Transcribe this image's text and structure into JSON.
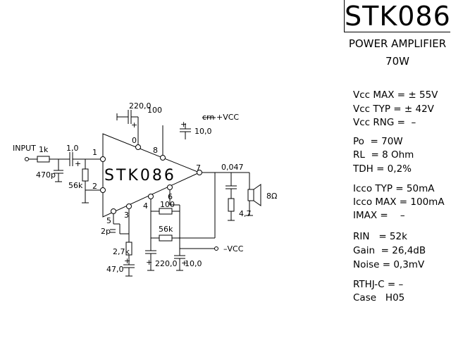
{
  "title": "STK086",
  "subtitle": "POWER AMPLIFIER",
  "power": "70W",
  "specs": [
    "Vcc MAX = ± 55V",
    "Vcc TYP = ± 42V",
    "Vcc RNG =  –",
    "Po  = 70W",
    "RL  = 8 Ohm",
    "TDH = 0,2%",
    "Icco TYP = 50mA",
    "Icco MAX = 100mA",
    "IMAX =    –",
    "RIN   = 52k",
    "Gain  = 26,4dB",
    "Noise = 0,3mV",
    "RTHJ-C = –",
    "Case   H05"
  ],
  "chip_label": "STK086",
  "pins": [
    "1",
    "2",
    "5",
    "3",
    "4",
    "6",
    "0",
    "8",
    "7"
  ],
  "labels": {
    "input": "INPUT",
    "r_in": "1k",
    "c_in": "1,0",
    "c_470p": "470p",
    "r_56k_in": "56k",
    "c_220_top": "220,0",
    "r_100_top": "100",
    "vcc_pos": "+VCC",
    "c_10_top": "10,0",
    "c_0047": "0,047",
    "r_47": "4,7",
    "speaker": "8Ω",
    "c_2p": "2p",
    "r_27k": "2,7k",
    "c_47": "47,0",
    "r_100_fb": "100",
    "r_56k_fb": "56k",
    "c_220_bot": "220,0",
    "c_10_bot": "10,0",
    "vcc_neg": "–VCC"
  }
}
